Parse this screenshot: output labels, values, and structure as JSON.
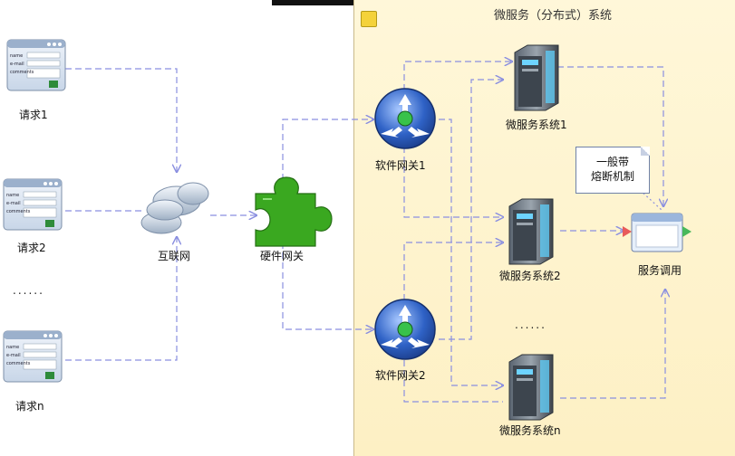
{
  "region": {
    "title": "微服务（分布式）系统"
  },
  "requests": [
    {
      "label": "请求1",
      "form": {
        "fields": [
          "name",
          "e-mail",
          "comments"
        ]
      }
    },
    {
      "label": "请求2",
      "form": {
        "fields": [
          "name",
          "e-mail",
          "comments"
        ]
      }
    },
    {
      "label": "请求n",
      "form": {
        "fields": [
          "name",
          "e-mail",
          "comments"
        ]
      }
    }
  ],
  "request_ellipsis": "......",
  "internet": {
    "label": "互联网"
  },
  "hardware_gateway": {
    "label": "硬件网关"
  },
  "software_gateways": [
    {
      "label": "软件网关1"
    },
    {
      "label": "软件网关2"
    }
  ],
  "microservices": [
    {
      "label": "微服务系统1"
    },
    {
      "label": "微服务系统2"
    },
    {
      "label": "微服务系统n"
    }
  ],
  "service_ellipsis": "......",
  "service_call": {
    "label": "服务调用"
  },
  "note": {
    "line1": "一般带",
    "line2": "熔断机制"
  },
  "colors": {
    "connector": "#8a8fe0",
    "region_bg": "#fdf1c8",
    "puzzle": "#3aa820",
    "gateway_blue": "#2f62c6"
  }
}
